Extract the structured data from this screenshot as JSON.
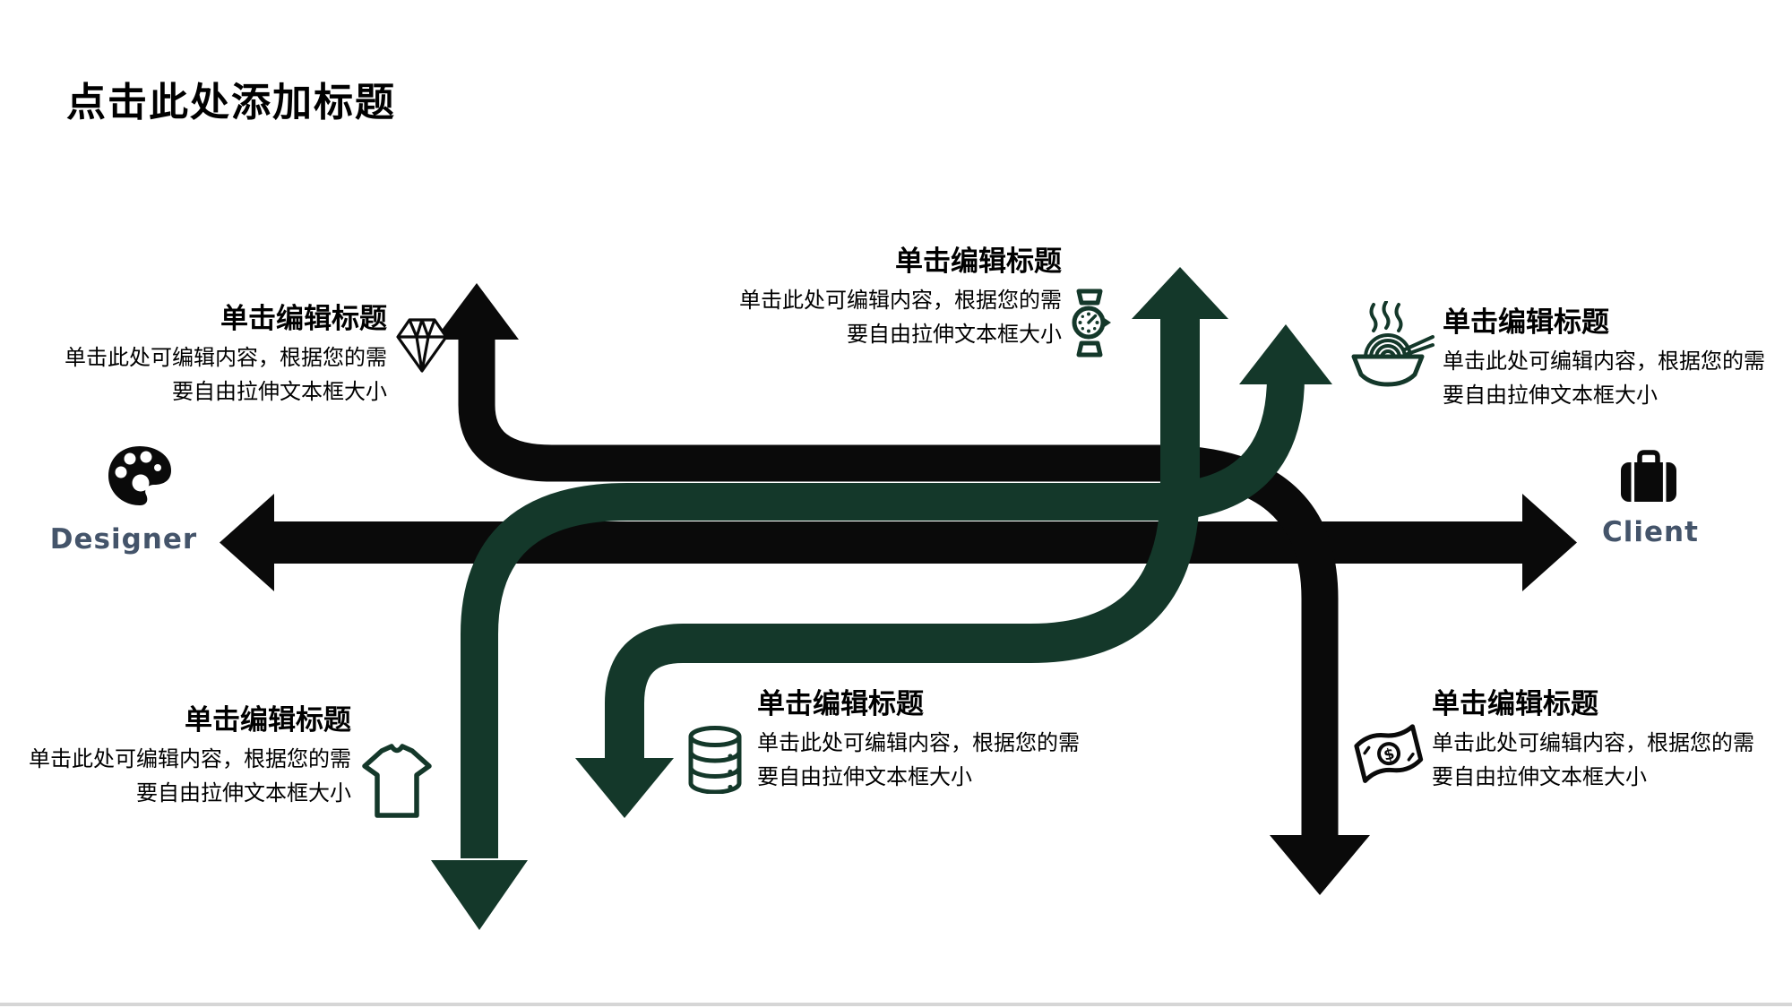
{
  "slide": {
    "title": "点击此处添加标题"
  },
  "actors": {
    "left_label": "Designer",
    "right_label": "Client"
  },
  "blocks": [
    {
      "id": "top-left",
      "title": "单击编辑标题",
      "body_lines": [
        "单击此处可编辑内容，根据您的需",
        "要自由拉伸文本框大小"
      ],
      "icon": "diamond-icon"
    },
    {
      "id": "top-center",
      "title": "单击编辑标题",
      "body_lines": [
        "单击此处可编辑内容，根据您的需",
        "要自由拉伸文本框大小"
      ],
      "icon": "watch-icon"
    },
    {
      "id": "top-right",
      "title": "单击编辑标题",
      "body_lines": [
        "单击此处可编辑内容，根据您的需",
        "要自由拉伸文本框大小"
      ],
      "icon": "noodles-icon"
    },
    {
      "id": "bottom-left",
      "title": "单击编辑标题",
      "body_lines": [
        "单击此处可编辑内容，根据您的需",
        "要自由拉伸文本框大小"
      ],
      "icon": "tshirt-icon"
    },
    {
      "id": "bottom-center",
      "title": "单击编辑标题",
      "body_lines": [
        "单击此处可编辑内容，根据您的需",
        "要自由拉伸文本框大小"
      ],
      "icon": "database-icon"
    },
    {
      "id": "bottom-right",
      "title": "单击编辑标题",
      "body_lines": [
        "单击此处可编辑内容，根据您的需",
        "要自由拉伸文本框大小"
      ],
      "icon": "money-icon"
    }
  ],
  "colors": {
    "arrow_black": "#0a0a0a",
    "arrow_green": "#14382a",
    "actor_label": "#44546a"
  }
}
